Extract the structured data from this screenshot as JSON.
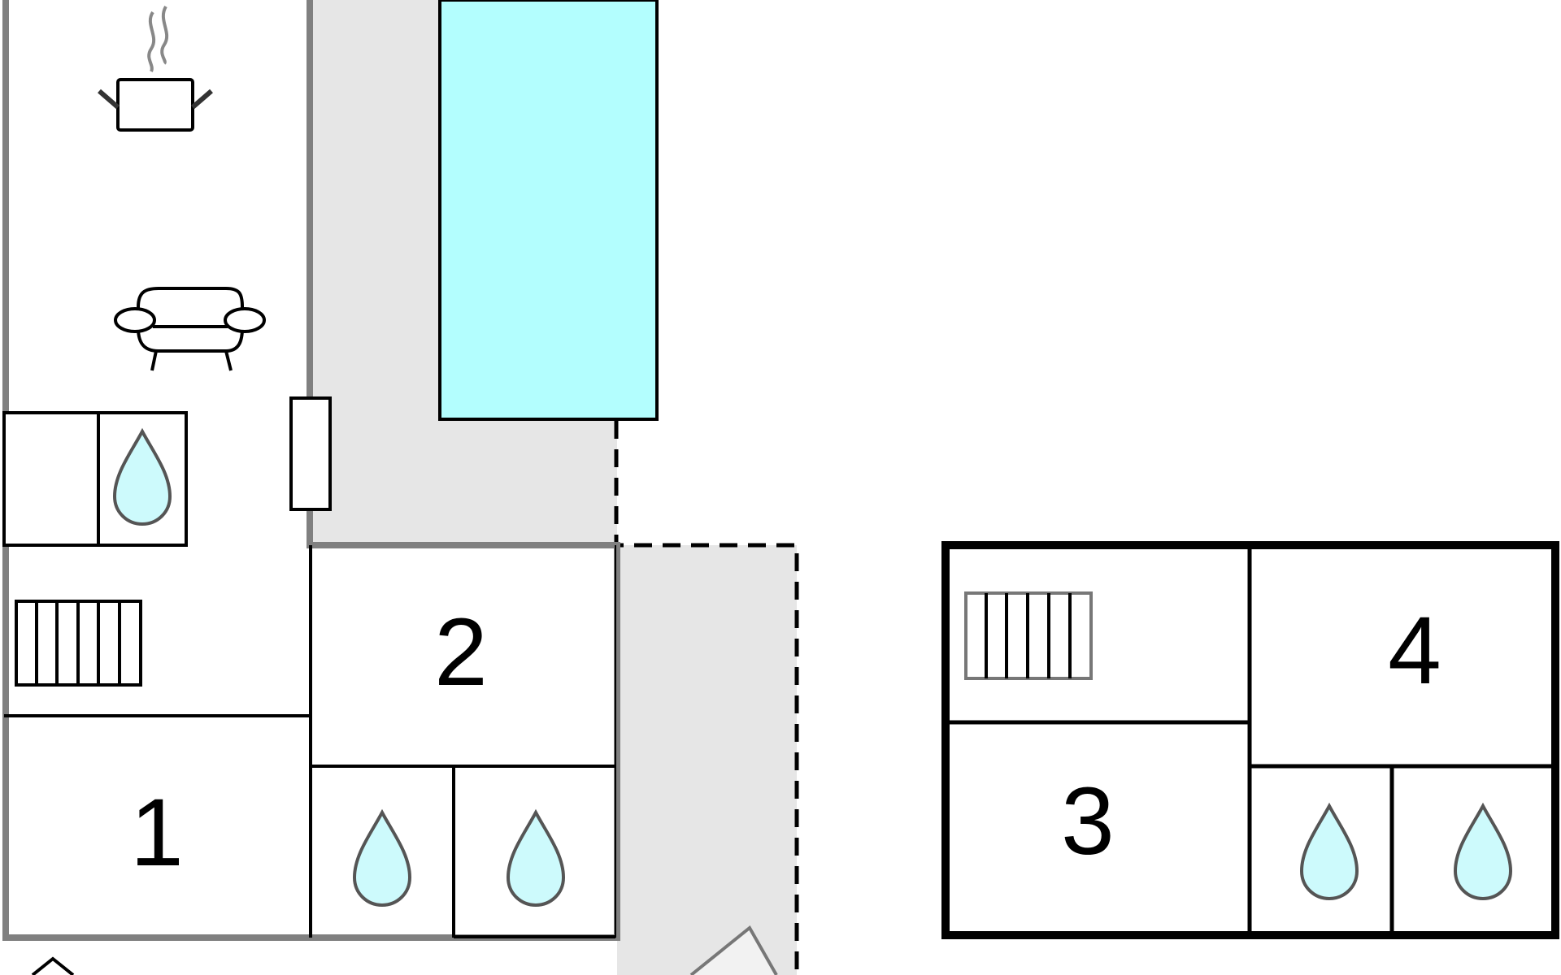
{
  "floorplan": {
    "colors": {
      "pool": "#b3fefe",
      "drop_fill": "#cdfafc",
      "terrace": "#e6e6e6",
      "wall": "#000000",
      "grey_wall": "#808080",
      "background": "#ffffff"
    },
    "room_labels": [
      "1",
      "2",
      "3",
      "4"
    ],
    "icons": {
      "kitchen": "cooking-pot-icon",
      "living": "sofa-icon",
      "bathroom": "water-drop-icon",
      "stairs": "staircase-icon",
      "entrance": "entrance-arrow-icon"
    }
  }
}
